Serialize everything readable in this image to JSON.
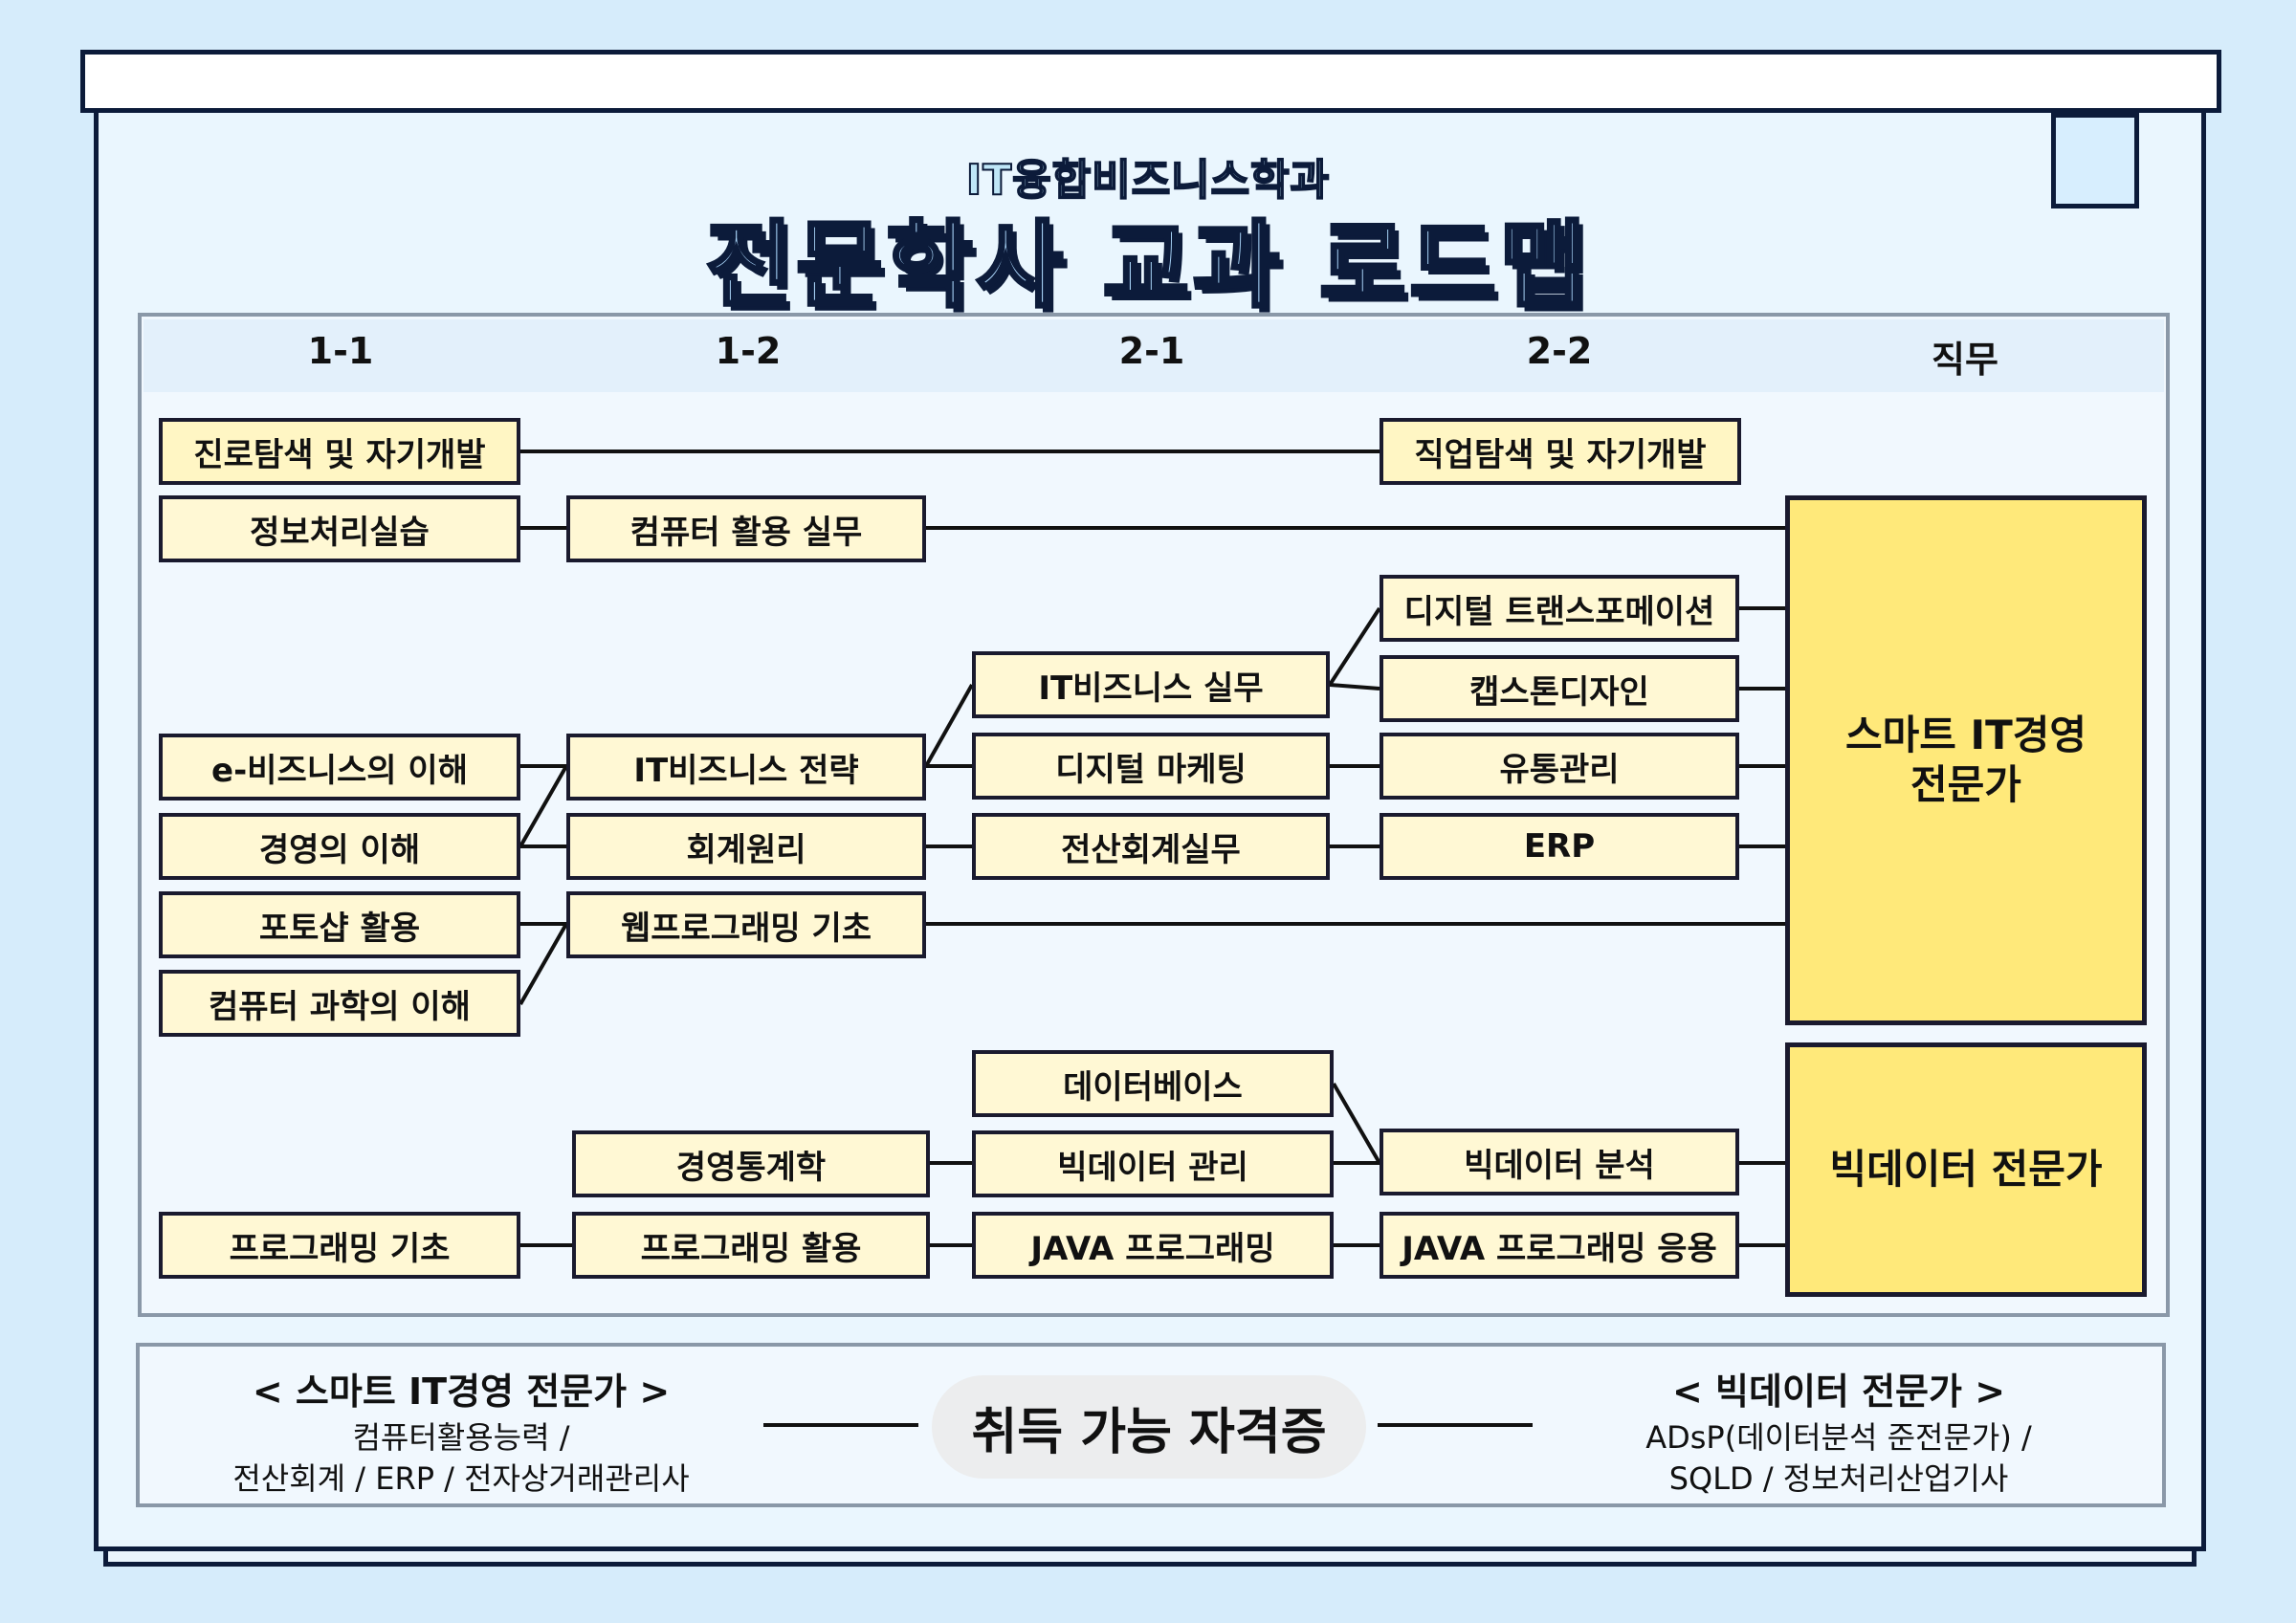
{
  "header": {
    "subtitle": "IT융합비즈니스학과",
    "title": "전문학사 교과 로드맵"
  },
  "columns": [
    "1-1",
    "1-2",
    "2-1",
    "2-2",
    "직무"
  ],
  "courses": {
    "career_1_1": "진로탐색 및 자기개발",
    "career_2_2": "직업탐색 및 자기개발",
    "info_practice": "정보처리실습",
    "computer_practical": "컴퓨터 활용 실무",
    "digital_transformation": "디지털 트랜스포메이션",
    "it_business_practical": "IT비즈니스 실무",
    "capstone": "캡스톤디자인",
    "ebusiness": "e-비즈니스의 이해",
    "it_business_strategy": "IT비즈니스 전략",
    "digital_marketing": "디지털 마케팅",
    "distribution": "유통관리",
    "management": "경영의 이해",
    "accounting": "회계원리",
    "computer_accounting": "전산회계실무",
    "erp": "ERP",
    "photoshop": "포토샵 활용",
    "web_programming": "웹프로그래밍 기초",
    "computer_science": "컴퓨터 과학의 이해",
    "database": "데이터베이스",
    "business_statistics": "경영통계학",
    "bigdata_management": "빅데이터 관리",
    "bigdata_analysis": "빅데이터 분석",
    "programming_basics": "프로그래밍 기초",
    "programming_application": "프로그래밍 활용",
    "java_programming": "JAVA 프로그래밍",
    "java_application": "JAVA 프로그래밍 응용"
  },
  "jobs": {
    "smart_it_line1": "스마트 IT경영",
    "smart_it_line2": "전문가",
    "bigdata": "빅데이터 전문가"
  },
  "certificates": {
    "center_label": "취득 가능 자격증",
    "smart_it_heading": "< 스마트 IT경영 전문가 >",
    "smart_it_line1": "컴퓨터활용능력 /",
    "smart_it_line2": "전산회계 / ERP / 전자상거래관리사",
    "bigdata_heading": "< 빅데이터 전문가 >",
    "bigdata_line1": "ADsP(데이터분석 준전문가) /",
    "bigdata_line2": "SQLD / 정보처리산업기사"
  },
  "colors": {
    "background": "#d6ecfb",
    "course_fill": "#fff6c4",
    "job_fill": "#ffe97a",
    "outline": "#0c1b3a"
  }
}
